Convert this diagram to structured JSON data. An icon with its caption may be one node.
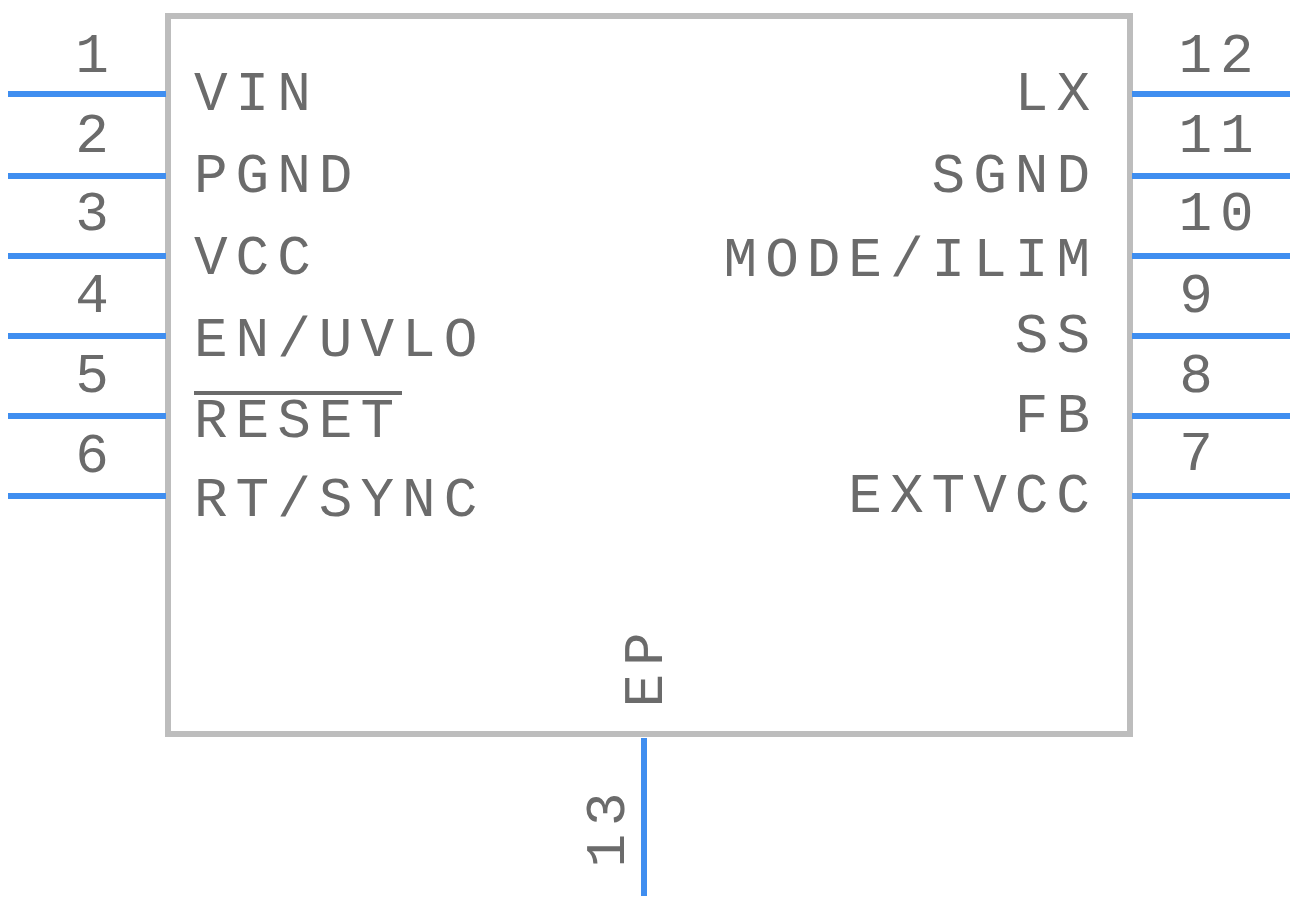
{
  "diagram": {
    "labels": [
      "1",
      "12",
      "VIN",
      "LX",
      "2",
      "11",
      "PGND",
      "SGND",
      "3",
      "10",
      "VCC",
      "MODE/ILIM",
      "4",
      "9",
      "EN/UVLO",
      "SS",
      "5",
      "8",
      "RESET",
      "FB",
      "6",
      "7",
      "RT/SYNC",
      "EXTVCC",
      "EP",
      "13"
    ]
  }
}
